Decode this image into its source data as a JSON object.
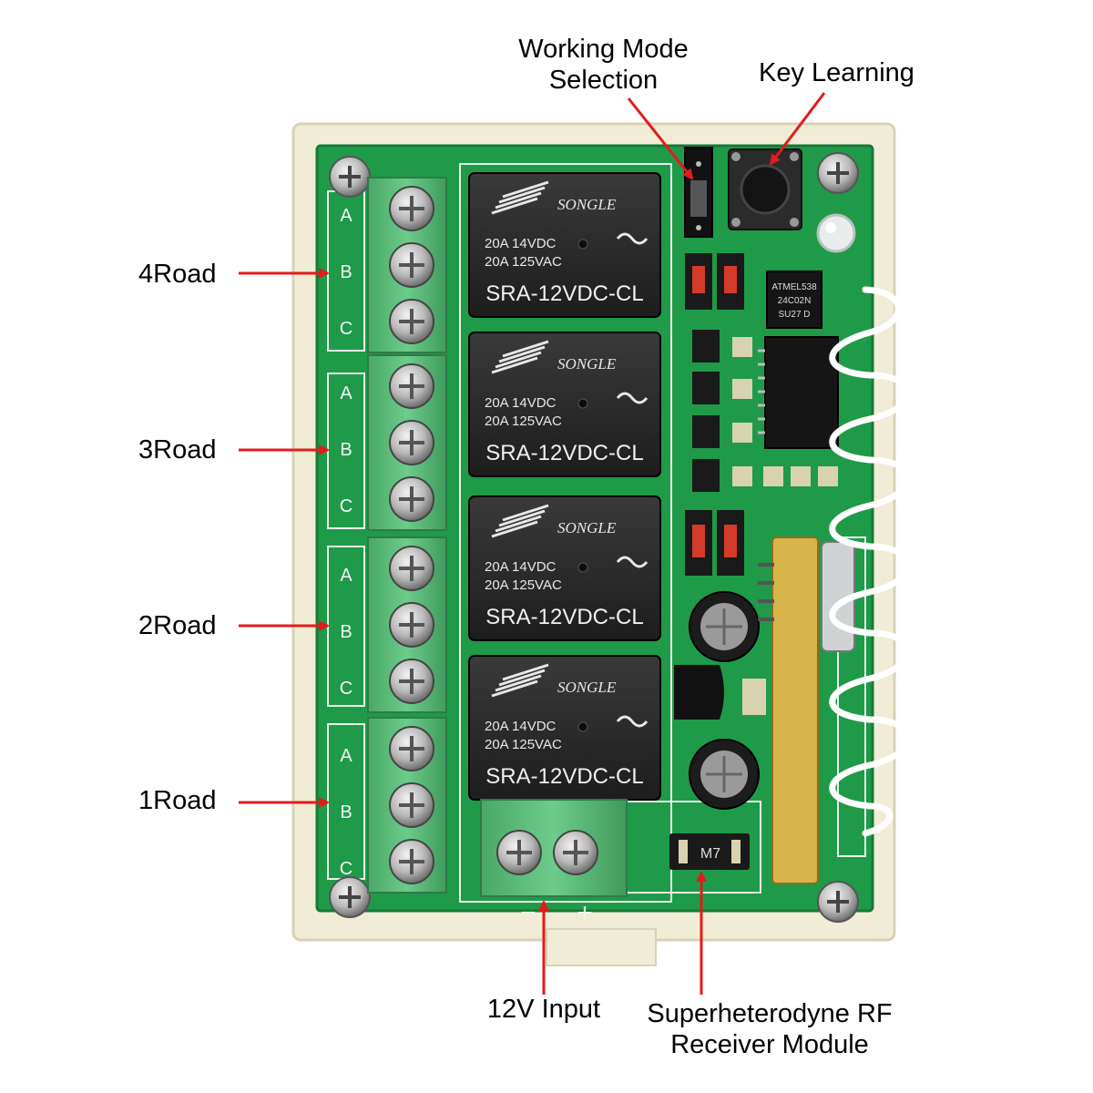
{
  "labels": {
    "working_mode_line1": "Working Mode",
    "working_mode_line2": "Selection",
    "key_learning": "Key Learning",
    "road4": "4Road",
    "road3": "3Road",
    "road2": "2Road",
    "road1": "1Road",
    "input_12v": "12V Input",
    "rf_line1": "Superheterodyne RF",
    "rf_line2": "Receiver Module"
  },
  "relays": [
    {
      "brand": "SONGLE",
      "rating1": "20A 14VDC",
      "rating2": "20A 125VAC",
      "model": "SRA-12VDC-CL"
    },
    {
      "brand": "SONGLE",
      "rating1": "20A 14VDC",
      "rating2": "20A 125VAC",
      "model": "SRA-12VDC-CL"
    },
    {
      "brand": "SONGLE",
      "rating1": "20A 14VDC",
      "rating2": "20A 125VAC",
      "model": "SRA-12VDC-CL"
    },
    {
      "brand": "SONGLE",
      "rating1": "20A 14VDC",
      "rating2": "20A 125VAC",
      "model": "SRA-12VDC-CL"
    }
  ],
  "terminal_letters": [
    "A",
    "B",
    "C"
  ],
  "power_polarity": {
    "minus": "−",
    "plus": "+"
  },
  "chip_text": [
    "ATMEL538",
    "24C02N",
    "SU27 D"
  ],
  "diode_text": "M7",
  "colors": {
    "pcb": "#1f9a48",
    "enclosure": "#f1ecd6",
    "terminal": "#5dbf7d",
    "relay": "#2a2a2a",
    "arrow": "#e31b1b"
  }
}
